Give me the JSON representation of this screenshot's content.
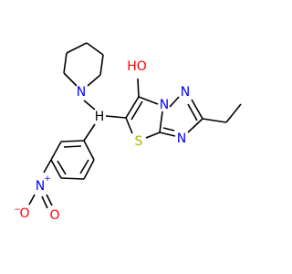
{
  "colors": {
    "bond": "#000000",
    "carbon_text": "#000000",
    "nitrogen": "#0000ff",
    "oxygen": "#ff0000",
    "sulfur": "#b2b200"
  },
  "labels": {
    "hydroxyl": "HO",
    "methine_h": "H",
    "piperidine_n": "N",
    "ring_n1": "N",
    "ring_n2": "N",
    "ring_n3": "N",
    "sulfur": "S",
    "nitro_n": "N",
    "nitro_n_charge": "+",
    "nitro_o_single": "O",
    "nitro_o_single_charge": "−",
    "nitro_o_double": "O"
  }
}
